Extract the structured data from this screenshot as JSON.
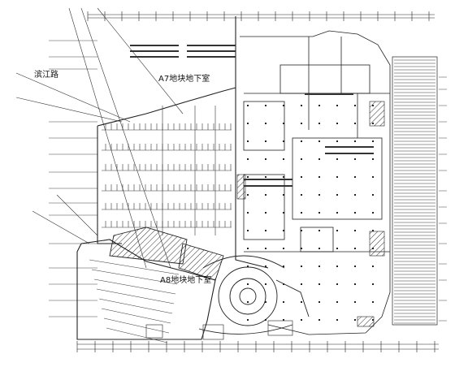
{
  "drawing": {
    "road_label": "滨江路",
    "a7_label": "A7地块地下室",
    "a8_label": "A8地块地下室"
  },
  "colors": {
    "line": "#222222",
    "hatch": "#333333",
    "paper": "#ffffff"
  }
}
